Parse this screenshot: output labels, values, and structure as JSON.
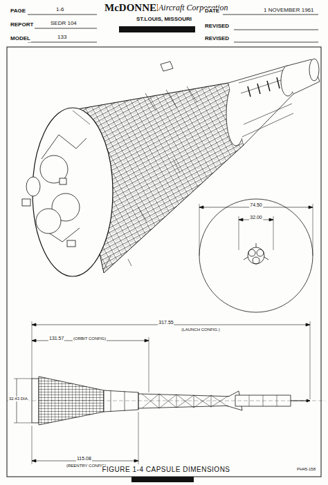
{
  "diagram": {
    "caption": "FIGURE 1-4 CAPSULE DIMENSIONS",
    "labels": [
      "PAGE",
      "1-6",
      "McDONNELL",
      "Aircraft Corporation",
      "DATE",
      "1 NOVEMBER 1961",
      "REPORT",
      "SEDR 104",
      "ST.LOUIS, MISSOURI",
      "REVISED",
      "MODEL",
      "133",
      "REVISED",
      "74.50",
      "32.00",
      "317.55",
      "(LAUNCH CONFIG.)",
      "131.57",
      "(ORBIT CONFIG)",
      "115.08",
      "(REENTRY CONFIG)",
      "32.43 DIA.",
      "PH45-158"
    ]
  }
}
